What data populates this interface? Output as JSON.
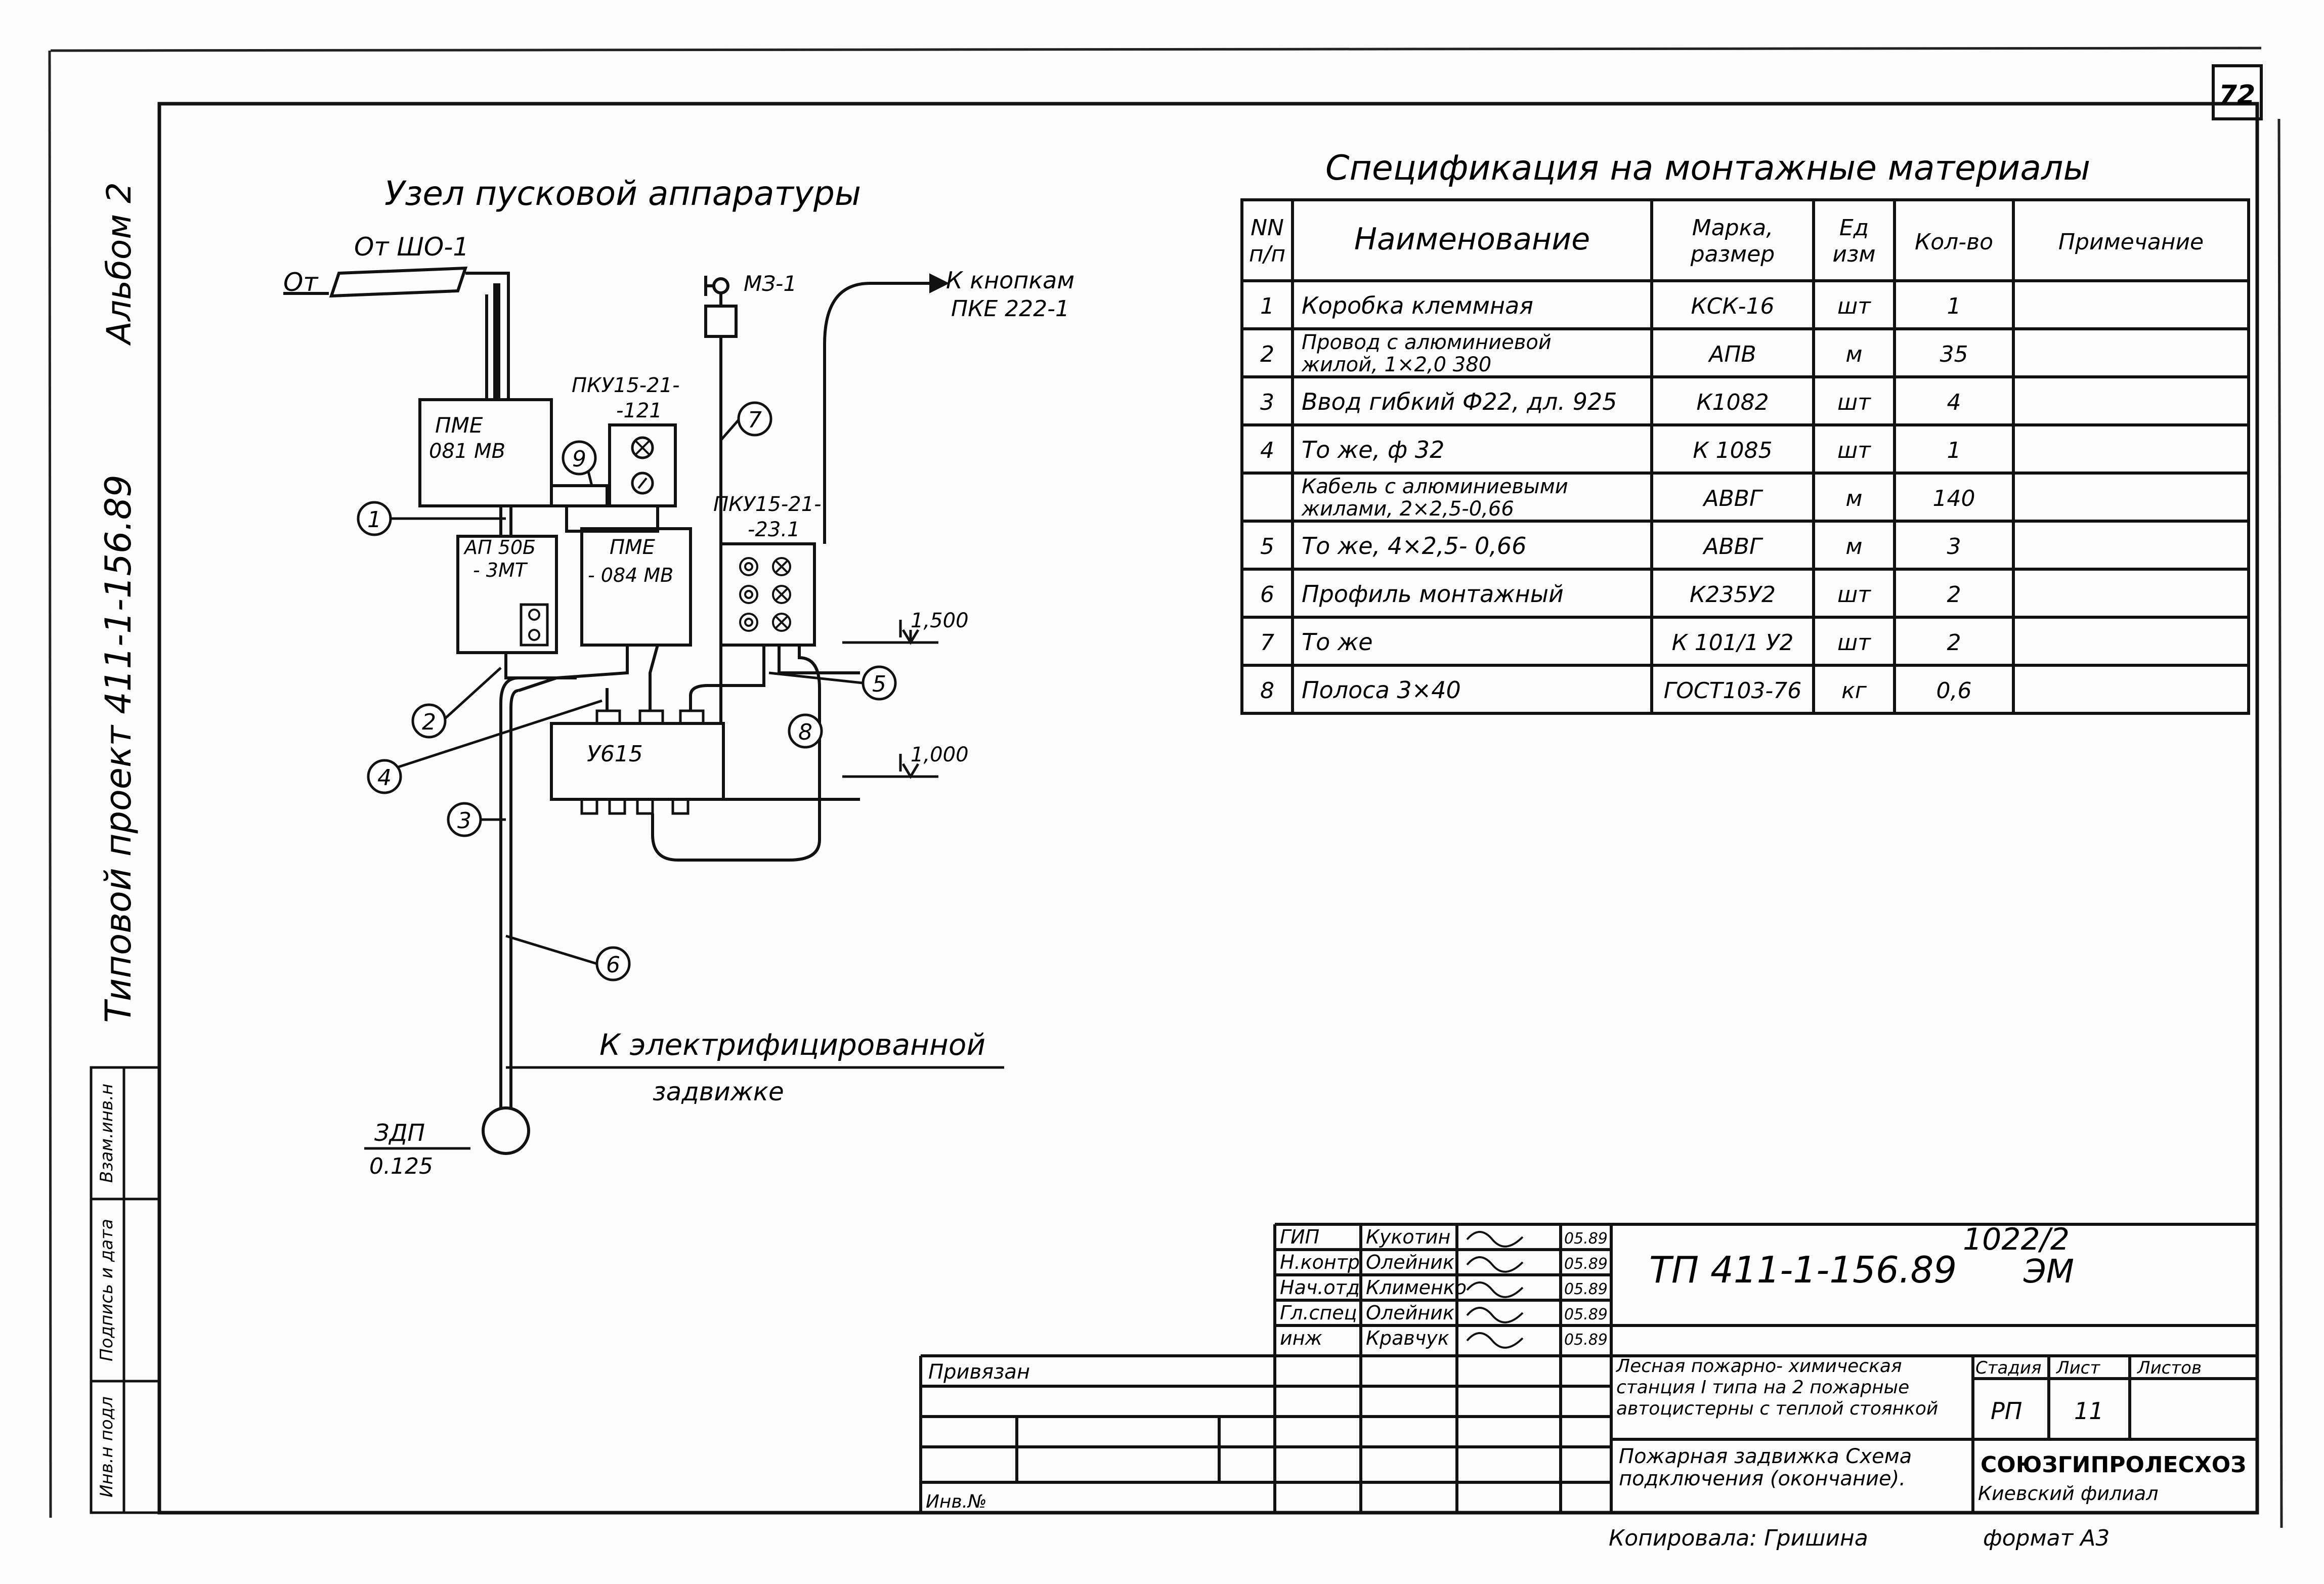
{
  "sheet_number": "72",
  "left_margin": {
    "album": "Альбом 2",
    "project": "Типовой проект  411-1-156.89",
    "stamp_cells": [
      "Инв.н подл",
      "Подпись и дата",
      "Взам.инв.н"
    ]
  },
  "diagram": {
    "title": "Узел пусковой аппаратуры",
    "labels": {
      "from_sho": "От ШО-1",
      "from_sho_short": "От",
      "m31": "МЗ-1",
      "to_buttons": "К кнопкам",
      "to_buttons_type": "ПКЕ 222-1",
      "pme081": "ПМЕ",
      "pme081_b": "081 МВ",
      "pku121": "ПКУ15-21-",
      "pku121_b": "-121",
      "ap50": "АП 50Б",
      "ap50_b": "- 3МТ",
      "pme084": "ПМЕ",
      "pme084_b": "- 084 МВ",
      "pku231": "ПКУ15-21-",
      "pku231_b": "-23.1",
      "u615": "У615",
      "elev1": "1,500",
      "elev2": "1,000",
      "to_valve": "К  электрифицированной",
      "to_valve_b": "задвижке",
      "zdp": "ЗДП",
      "zdp_b": "0.125"
    },
    "markers": [
      "1",
      "2",
      "3",
      "4",
      "5",
      "6",
      "7",
      "8",
      "9"
    ]
  },
  "spec": {
    "title": "Спецификация на монтажные материалы",
    "headers": [
      "NN п/п",
      "Наименование",
      "Марка, размер",
      "Ед изм",
      "Кол-во",
      "Примечание"
    ],
    "rows": [
      [
        "1",
        "Коробка клеммная",
        "КСК-16",
        "шт",
        "1",
        ""
      ],
      [
        "2",
        "Провод с алюминиевой жилой, 1×2,0  380",
        "АПВ",
        "м",
        "35",
        ""
      ],
      [
        "3",
        "Ввод гибкий Ф22, дл. 925",
        "К1082",
        "шт",
        "4",
        ""
      ],
      [
        "4",
        "То же, ф 32",
        "К 1085",
        "шт",
        "1",
        ""
      ],
      [
        "",
        "Кабель с алюминиевыми жилами, 2×2,5-0,66",
        "АВВГ",
        "м",
        "140",
        ""
      ],
      [
        "5",
        "То же,  4×2,5- 0,66",
        "АВВГ",
        "м",
        "3",
        ""
      ],
      [
        "6",
        "Профиль монтажный",
        "К235У2",
        "шт",
        "2",
        ""
      ],
      [
        "7",
        "То же",
        "К 101/1 У2",
        "шт",
        "2",
        ""
      ],
      [
        "8",
        "Полоса  3×40",
        "ГОСТ103-76",
        "кг",
        "0,6",
        ""
      ]
    ]
  },
  "title_block": {
    "order": "1022/2",
    "doc_code": "ТП 411-1-156.89",
    "doc_suffix": "ЭМ",
    "roles": [
      {
        "role": "ГИП",
        "name": "Кукотин",
        "date": "05.89"
      },
      {
        "role": "Н.контр",
        "name": "Олейник",
        "date": "05.89"
      },
      {
        "role": "Нач.отд",
        "name": "Клименко",
        "date": "05.89"
      },
      {
        "role": "Гл.спец",
        "name": "Олейник",
        "date": "05.89"
      },
      {
        "role": "инж",
        "name": "Кравчук",
        "date": "05.89"
      }
    ],
    "binding": "Привязан",
    "inv": "Инв.№",
    "station_desc": "Лесная пожарно- химическая станция I типа на 2 пожарные автоцистерны с теплой стоянкой",
    "sheet_desc": "Пожарная задвижка Схема подключения (окончание).",
    "stage_header": "Стадия",
    "sheet_header": "Лист",
    "sheets_header": "Листов",
    "stage": "РП",
    "sheet": "11",
    "org": "СОЮЗГИПРОЛЕСХОЗ",
    "org_sub": "Киевский филиал",
    "copied": "Копировала: Гришина",
    "format": "формат А3"
  }
}
